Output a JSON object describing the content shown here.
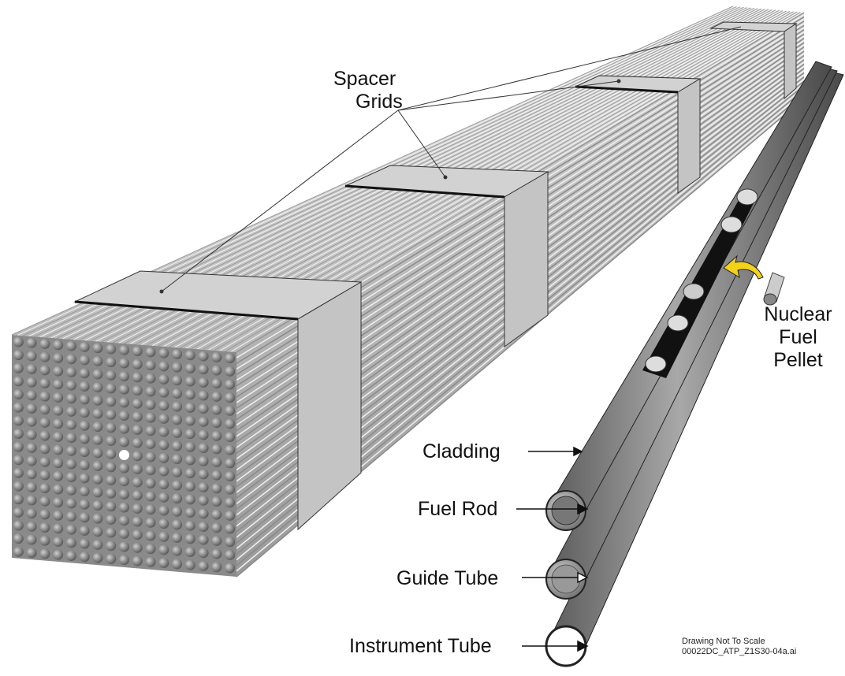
{
  "labels": {
    "spacer_grids": [
      "Spacer",
      "Grids"
    ],
    "nuclear_fuel_pellet": [
      "Nuclear",
      "Fuel",
      "Pellet"
    ],
    "cladding": "Cladding",
    "fuel_rod": "Fuel Rod",
    "guide_tube": "Guide Tube",
    "instrument_tube": "Instrument Tube"
  },
  "footnote": {
    "line1": "Drawing Not To Scale",
    "line2": "00022DC_ATP_Z1S30-04a.ai"
  },
  "colors": {
    "rod_light": "#d8d8d8",
    "rod_dark": "#6a6a6a",
    "grid": "#bdbdbd",
    "arrow_yellow": "#f2d21a"
  }
}
